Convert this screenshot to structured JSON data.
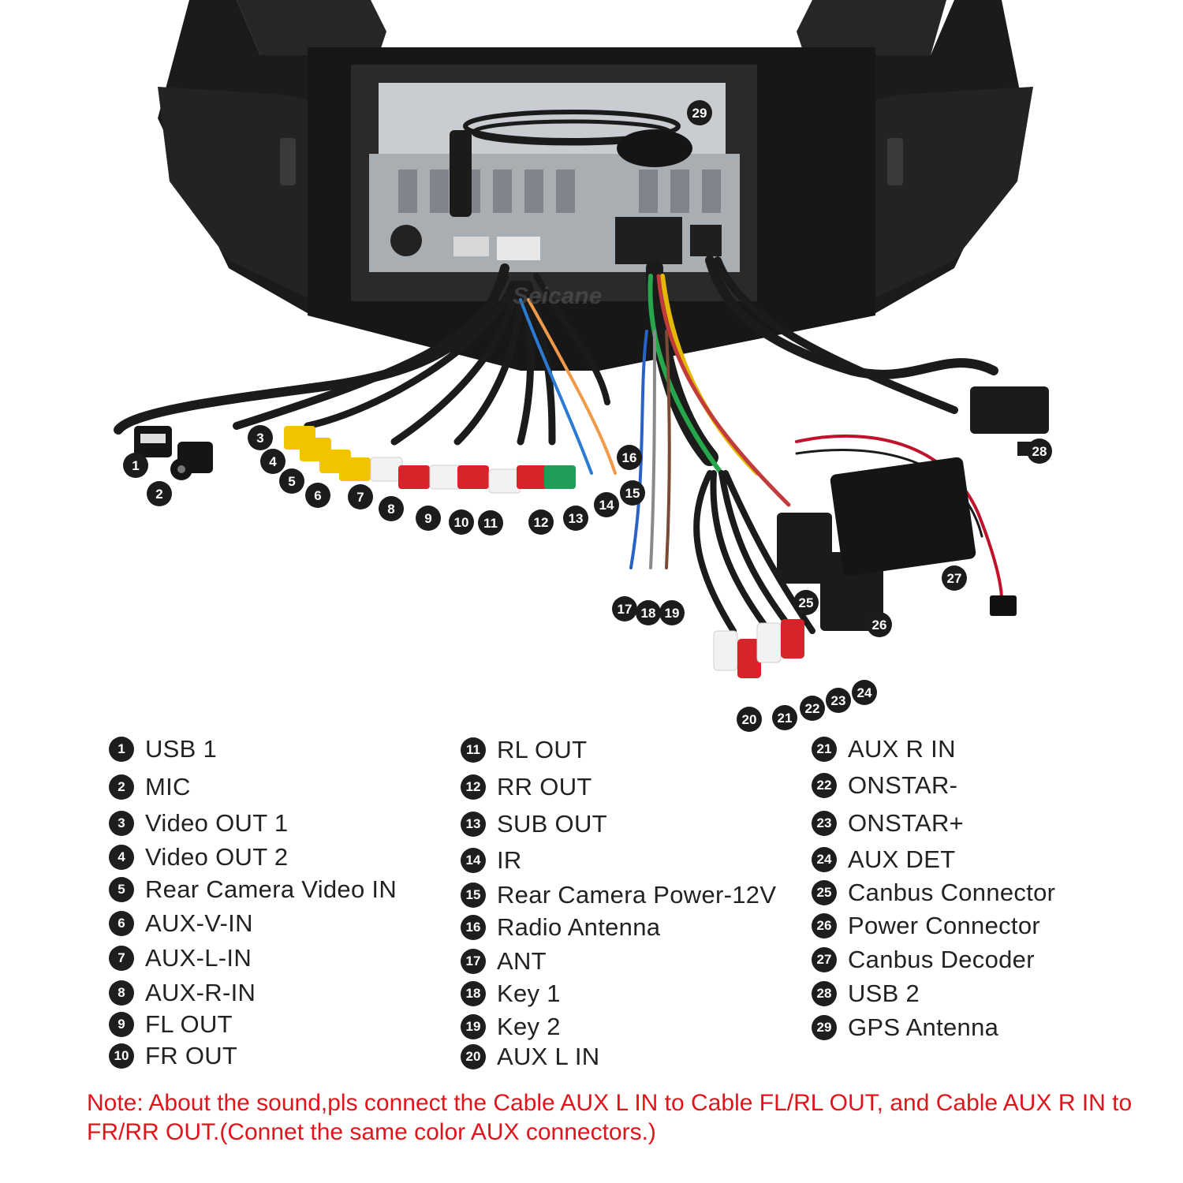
{
  "watermark": "Seicane",
  "callouts": [
    {
      "num": "1",
      "label": "USB 1"
    },
    {
      "num": "2",
      "label": "MIC"
    },
    {
      "num": "3",
      "label": "Video OUT 1"
    },
    {
      "num": "4",
      "label": "Video OUT 2"
    },
    {
      "num": "5",
      "label": "Rear Camera Video IN"
    },
    {
      "num": "6",
      "label": "AUX-V-IN"
    },
    {
      "num": "7",
      "label": "AUX-L-IN"
    },
    {
      "num": "8",
      "label": "AUX-R-IN"
    },
    {
      "num": "9",
      "label": "FL OUT"
    },
    {
      "num": "10",
      "label": "FR OUT"
    },
    {
      "num": "11",
      "label": "RL OUT"
    },
    {
      "num": "12",
      "label": "RR OUT"
    },
    {
      "num": "13",
      "label": "SUB OUT"
    },
    {
      "num": "14",
      "label": "IR"
    },
    {
      "num": "15",
      "label": "Rear Camera Power-12V"
    },
    {
      "num": "16",
      "label": "Radio Antenna"
    },
    {
      "num": "17",
      "label": "ANT"
    },
    {
      "num": "18",
      "label": "Key 1"
    },
    {
      "num": "19",
      "label": "Key 2"
    },
    {
      "num": "20",
      "label": "AUX L IN"
    },
    {
      "num": "21",
      "label": "AUX R IN"
    },
    {
      "num": "22",
      "label": "ONSTAR-"
    },
    {
      "num": "23",
      "label": "ONSTAR+"
    },
    {
      "num": "24",
      "label": "AUX DET"
    },
    {
      "num": "25",
      "label": "Canbus Connector"
    },
    {
      "num": "26",
      "label": "Power Connector"
    },
    {
      "num": "27",
      "label": "Canbus Decoder"
    },
    {
      "num": "28",
      "label": "USB 2"
    },
    {
      "num": "29",
      "label": "GPS Antenna"
    }
  ],
  "note": "Note: About the sound,pls connect the Cable AUX L IN to Cable FL/RL OUT, and Cable AUX R IN to  FR/RR OUT.(Connet the same color AUX connectors.)",
  "colors": {
    "note": "#e0141a",
    "badge": "#1e1e1e",
    "rca_yellow": "#f2c400",
    "rca_red": "#d9232a",
    "rca_white": "#f2f2f2",
    "rca_green": "#1f9e5a",
    "frame": "#1b1b1b",
    "chassis": "#a9aeb3"
  }
}
